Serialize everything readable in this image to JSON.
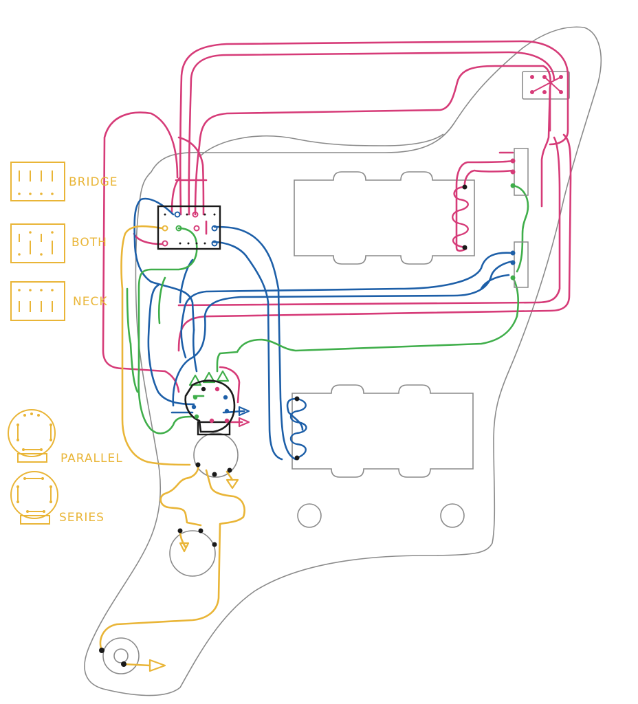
{
  "diagram": {
    "switch_positions": {
      "bridge": "BRIDGE",
      "both": "BOTH",
      "neck": "NECK"
    },
    "pot_modes": {
      "parallel": "PARALLEL",
      "series": "SERIES"
    },
    "wire_colors": {
      "pink": "#d63b78",
      "blue": "#1d5fa8",
      "green": "#3fae4a",
      "yellow": "#e9b537",
      "outline": "#8a8a8a",
      "ink": "#1a1a1a"
    }
  }
}
